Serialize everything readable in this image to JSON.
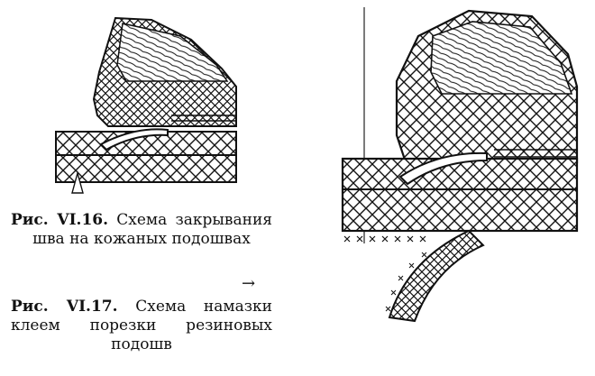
{
  "figures": [
    {
      "id": "fig16",
      "label": "Рис. VI.16.",
      "caption": "Схема закрывания шва на кожаных подошвах"
    },
    {
      "id": "fig17",
      "label": "Рис. VI.17.",
      "caption": "Схема намазки клеем порезки резиновых подошв"
    }
  ],
  "arrow_glyph": "→"
}
